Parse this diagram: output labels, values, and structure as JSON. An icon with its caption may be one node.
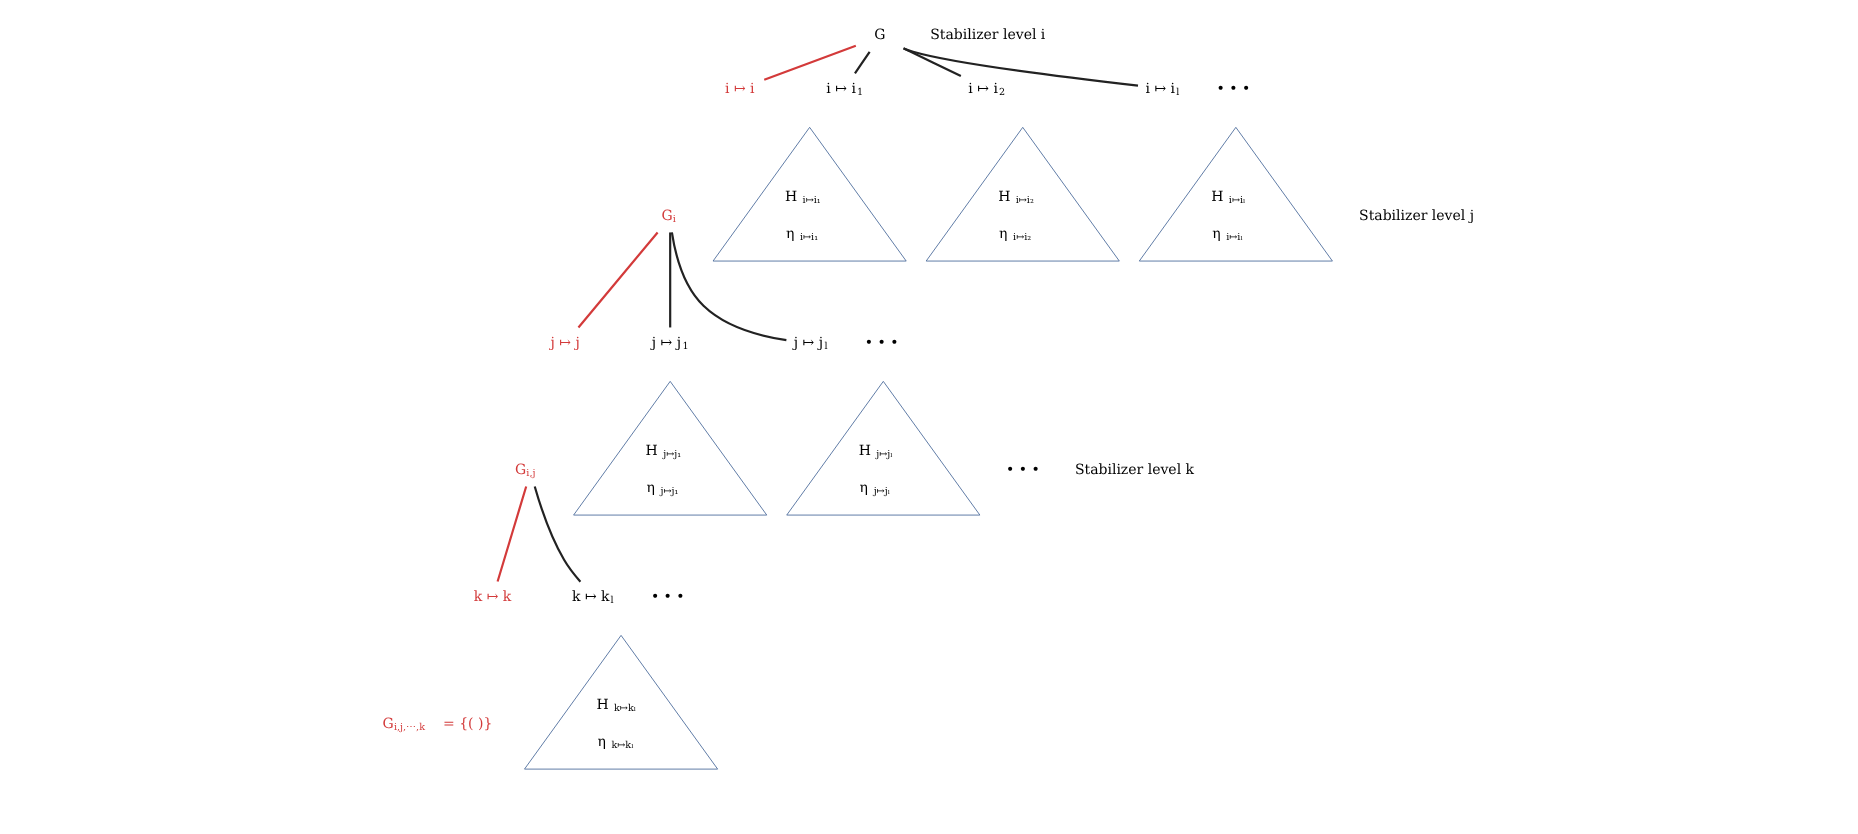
{
  "diagram": {
    "nodes": [
      {
        "text": [
          "G"
        ]
      },
      {
        "text": [
          "i ↦ i"
        ]
      },
      {
        "text": [
          "i ↦ i$_{1}$"
        ]
      },
      {
        "text": [
          "i ↦ i$_{2}$"
        ]
      },
      {
        "text": [
          "i ↦ i$_{l}$"
        ]
      },
      {
        "text": [
          "G$_{i}$"
        ]
      },
      {
        "text": [
          "H$_{i↦i₁}$",
          "η$_{i↦i₁}$"
        ]
      },
      {
        "text": [
          "H$_{i↦i₂}$",
          "η$_{i↦i₂}$"
        ]
      },
      {
        "text": [
          "H$_{i↦iₗ}$",
          "η$_{i↦iₗ}$"
        ]
      },
      {
        "text": [
          "j ↦ j"
        ]
      },
      {
        "text": [
          "j ↦ j$_{1}$"
        ]
      },
      {
        "text": [
          "j ↦ j$_{l}$"
        ]
      },
      {
        "text": [
          "G$_{i,j}$"
        ]
      },
      {
        "text": [
          "H$_{j↦j₁}$",
          "η$_{j↦j₁}$"
        ]
      },
      {
        "text": [
          "H$_{j↦jₗ}$",
          "η$_{j↦jₗ}$"
        ]
      },
      {
        "text": [
          "k ↦ k"
        ]
      },
      {
        "text": [
          "k ↦ k$_{l}$"
        ]
      },
      {
        "text": [
          "G$_{i,j,⋯,k}$ = {( )}"
        ]
      },
      {
        "text": [
          "H$_{k↦kₗ}$",
          "η$_{k↦kₗ}$"
        ]
      }
    ],
    "edges": [
      {
        "from": 0,
        "to": 1,
        "arrow": "none",
        "color": "#d33a3a"
      },
      {
        "from": 0,
        "to": 2,
        "arrow": "none"
      },
      {
        "from": 0,
        "to": 3,
        "arrow": "none"
      },
      {
        "from": 0,
        "to": 4,
        "arrow": "none"
      },
      {
        "from": 5,
        "to": 9,
        "arrow": "none",
        "color": "#d33a3a"
      },
      {
        "from": 5,
        "to": 10,
        "arrow": "none"
      },
      {
        "from": 5,
        "to": 11,
        "arrow": "none"
      },
      {
        "from": 12,
        "to": 15,
        "arrow": "none",
        "color": "#d33a3a"
      },
      {
        "from": 12,
        "to": 16,
        "arrow": "none"
      }
    ],
    "labels": [
      "Stabilizer level i",
      "• • •",
      "Stabilizer level j",
      "• • •",
      "• • •",
      "Stabilizer level k",
      "• • •"
    ]
  }
}
